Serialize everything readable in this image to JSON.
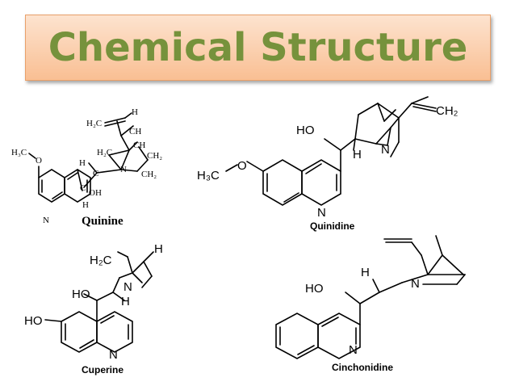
{
  "title": "Chemical Structure",
  "molecules": {
    "quinine": {
      "name": "Quinine",
      "atoms": {
        "h3co": "H₃C",
        "o": "O",
        "h2c": "H₂C",
        "h_top": "H",
        "ch1": "CH",
        "ch2": "CH",
        "h2c_mid": "H₂C",
        "ch2_a": "CH₂",
        "ch2_b": "CH₂",
        "h_left": "H",
        "c1": "C",
        "n": "N",
        "c2": "C",
        "oh": "OH",
        "h_bot": "H",
        "n_ring": "N"
      }
    },
    "quinidine": {
      "name": "Quinidine",
      "atoms": {
        "ho": "HO",
        "h": "H",
        "n": "N",
        "ch2": "CH₂",
        "h3c": "H₃C",
        "o": "O",
        "n_ring": "N"
      }
    },
    "cuperine": {
      "name": "Cuperine",
      "atoms": {
        "h2c": "H₂C",
        "h_top": "H",
        "ho": "HO",
        "n": "N",
        "h": "H",
        "ho_ring": "HO",
        "n_ring": "N"
      }
    },
    "cinchonidine": {
      "name": "Cinchonidine",
      "atoms": {
        "h": "H",
        "ho": "HO",
        "n": "N",
        "n_ring": "N"
      }
    }
  }
}
